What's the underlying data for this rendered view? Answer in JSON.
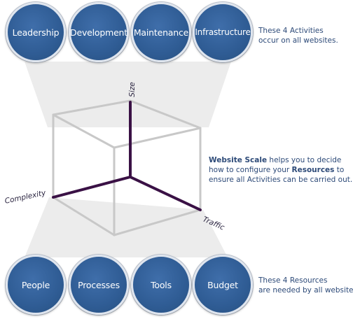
{
  "activities": [
    {
      "label": "Leadership"
    },
    {
      "label": "Development"
    },
    {
      "label": "Maintenance"
    },
    {
      "label": "Infrastructure"
    }
  ],
  "resources": [
    {
      "label": "People"
    },
    {
      "label": "Processes"
    },
    {
      "label": "Tools"
    },
    {
      "label": "Budget"
    }
  ],
  "notes": {
    "activities_line1": "These 4 Activities",
    "activities_line2": "occur on all websites.",
    "scale_bold": "Website Scale",
    "scale_text1": " helps you to decide",
    "scale_line2a": "how to configure your ",
    "scale_bold2": "Resources",
    "scale_line2b": " to",
    "scale_line3": "ensure all Activities can be carried out.",
    "resources_line1": "These 4 Resources",
    "resources_line2": "are needed by all websites."
  },
  "axes": {
    "size": "Size",
    "complexity": "Complexity",
    "traffic": "Traffic"
  },
  "colors": {
    "circle_fill": "#2f5c94",
    "axis_color": "#3a1145",
    "cube_edge": "#c9c9c9",
    "funnel": "#ececec",
    "note_text": "#2d4a78"
  }
}
